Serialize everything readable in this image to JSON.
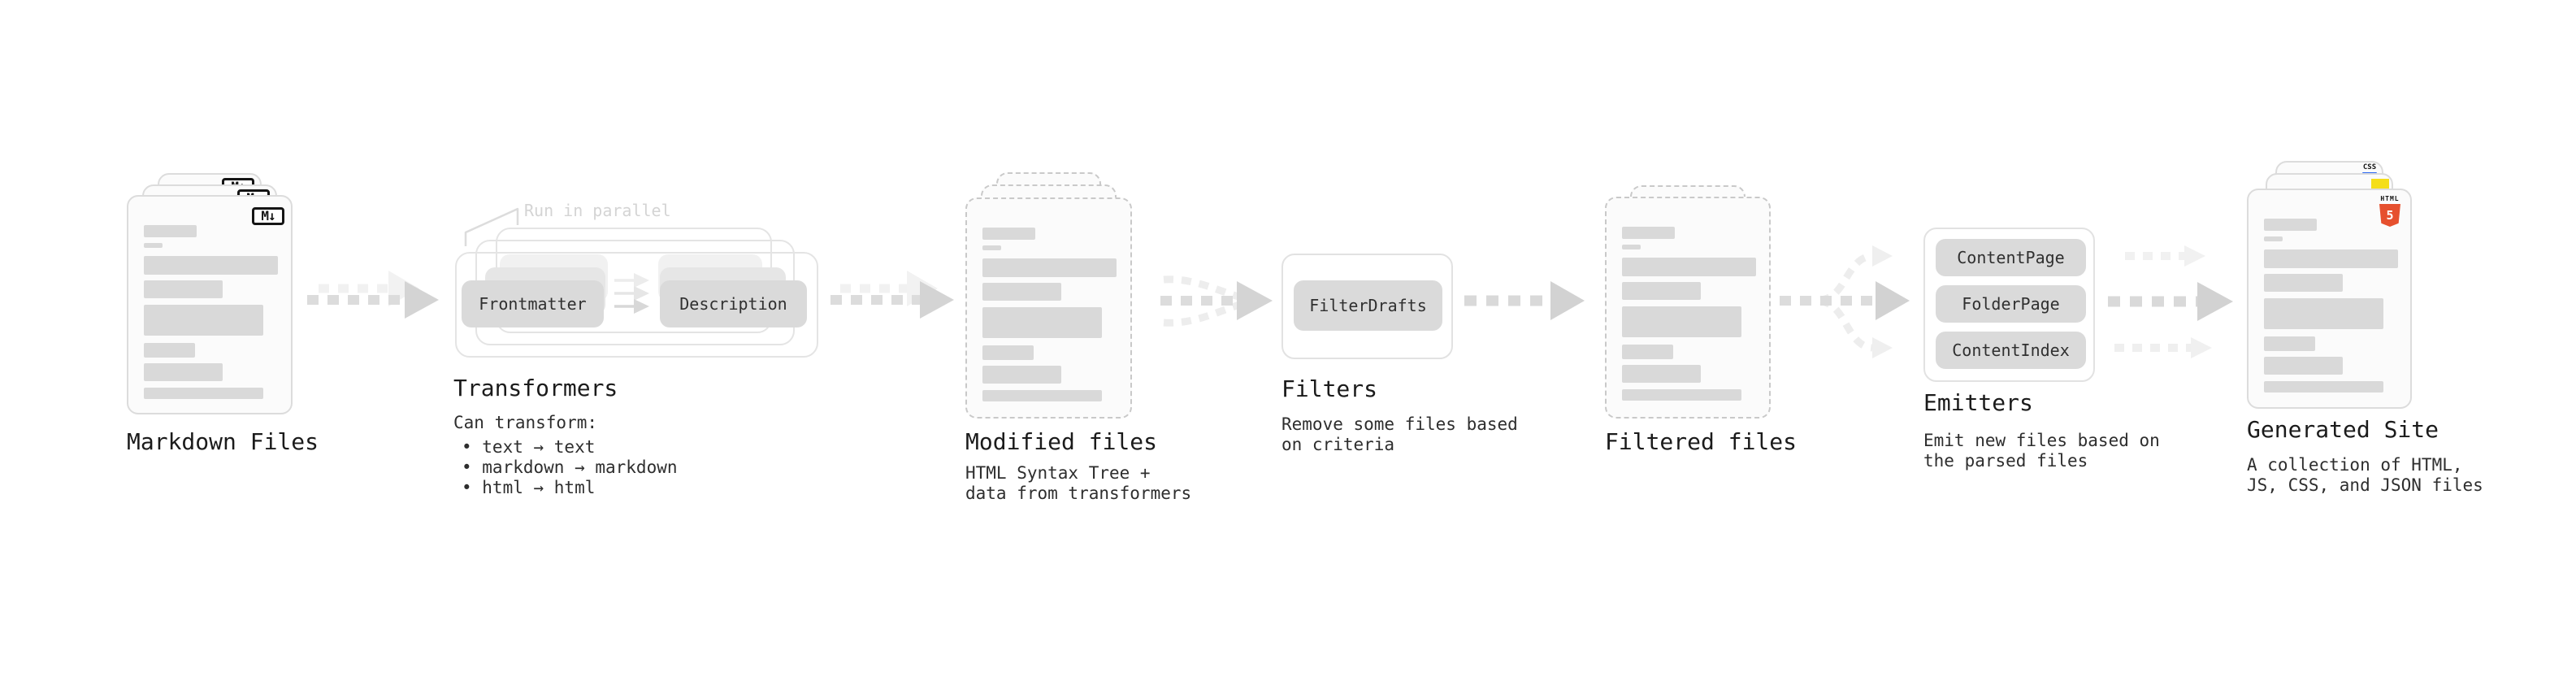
{
  "diagram": {
    "stages": {
      "markdown": {
        "title": "Markdown Files",
        "badge": "M↓"
      },
      "transformers": {
        "title": "Transformers",
        "note": "Run in parallel",
        "pill_from": "Frontmatter",
        "pill_to": "Description",
        "desc_heading": "Can transform:",
        "bullets": [
          "• text → text",
          "• markdown → markdown",
          "• html → html"
        ]
      },
      "modified": {
        "title": "Modified files",
        "desc": [
          "HTML Syntax Tree +",
          "data from transformers"
        ]
      },
      "filters": {
        "title": "Filters",
        "pill": "FilterDrafts",
        "desc": [
          "Remove some files based",
          "on criteria"
        ]
      },
      "filtered": {
        "title": "Filtered files"
      },
      "emitters": {
        "title": "Emitters",
        "pills": [
          "ContentPage",
          "FolderPage",
          "ContentIndex"
        ],
        "desc": [
          "Emit new files based on",
          "the parsed files"
        ]
      },
      "generated": {
        "title": "Generated Site",
        "badge_css": "CSS",
        "badge_html_word": "HTML",
        "badge_html_number": "5",
        "desc": [
          "A collection of HTML,",
          "JS, CSS, and JSON files"
        ]
      }
    },
    "colors": {
      "background": "#ffffff",
      "card_fill": "#fbfbfb",
      "placeholder_gray": "#d9d9d9",
      "arrow_gray": "#dcdcdc",
      "arrow_ghost": "#f0f0f0",
      "js_yellow": "#f5de19",
      "css_blue": "#2965f1",
      "html5_orange": "#e6502e"
    }
  }
}
